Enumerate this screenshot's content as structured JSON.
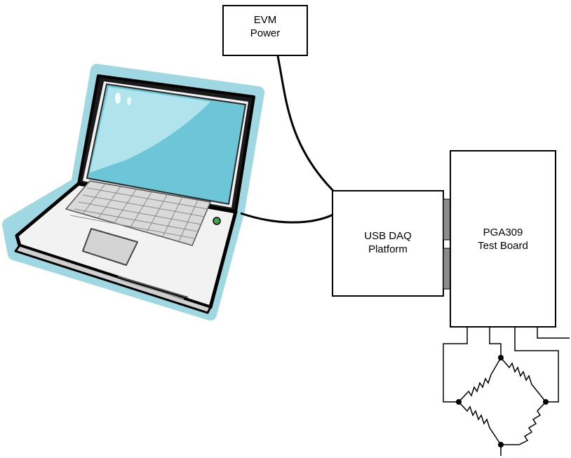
{
  "evm_power": {
    "line1": "EVM",
    "line2": "Power"
  },
  "usb_daq": {
    "line1": "USB DAQ",
    "line2": "Platform"
  },
  "test_board": {
    "line1": "PGA309",
    "line2": "Test Board"
  },
  "colors": {
    "outline": "#000000",
    "laptop_glow": "#9fd8e2",
    "screen": "#6cc6d8",
    "screen_highlight": "#b9e6ee",
    "laptop_body": "#f2f2f2",
    "keys": "#d9d9d9",
    "connector": "#8c8c8c",
    "power_led": "#3aa84a"
  },
  "icons": [
    "laptop-icon",
    "resistor-bridge-icon"
  ]
}
